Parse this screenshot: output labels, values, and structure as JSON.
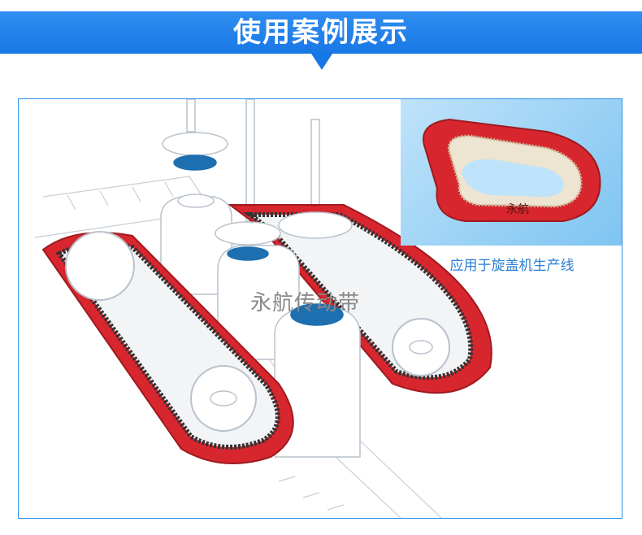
{
  "banner": {
    "title": "使用案例展示"
  },
  "main_image": {
    "watermark": "永航传动带"
  },
  "inset": {
    "product_text": "永航",
    "caption": "应用于旋盖机生产线"
  },
  "colors": {
    "banner_blue": "#1877e6",
    "frame_border": "#2d8fe6",
    "belt_red": "#d8262e",
    "caption_blue": "#2a7fd4"
  }
}
